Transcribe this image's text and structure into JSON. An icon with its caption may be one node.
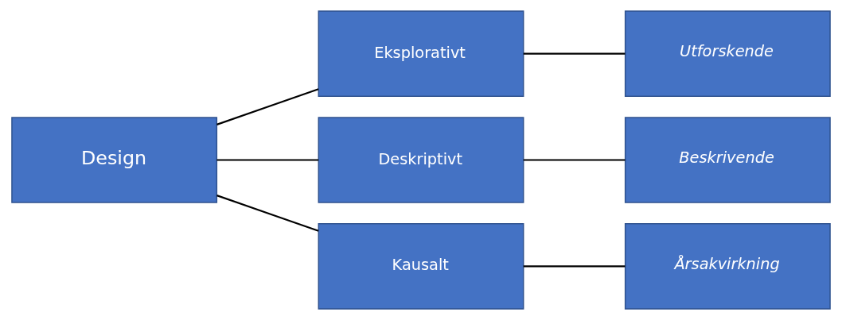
{
  "diagram": {
    "nodes": [
      {
        "text": [
          "Design"
        ]
      },
      {
        "text": [
          "Eksplorativt"
        ]
      },
      {
        "text": [
          "Deskriptivt"
        ]
      },
      {
        "text": [
          "Kausalt"
        ]
      },
      {
        "text": [
          "Utforskende"
        ]
      },
      {
        "text": [
          "Beskrivende"
        ]
      },
      {
        "text": [
          "Årsakvirkning"
        ]
      }
    ],
    "edges": [
      {
        "from": 0,
        "to": 1,
        "arrow": "none"
      },
      {
        "from": 0,
        "to": 2,
        "arrow": "none"
      },
      {
        "from": 0,
        "to": 3,
        "arrow": "none"
      },
      {
        "from": 1,
        "to": 4,
        "arrow": "none"
      },
      {
        "from": 2,
        "to": 5,
        "arrow": "none"
      },
      {
        "from": 3,
        "to": 6,
        "arrow": "none"
      }
    ]
  }
}
